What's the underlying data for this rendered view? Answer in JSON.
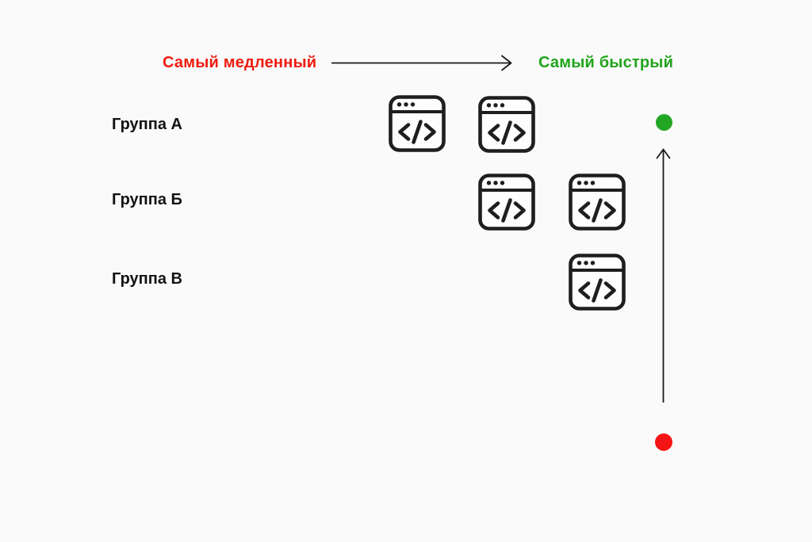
{
  "header": {
    "slowest_label": "Самый медленный",
    "fastest_label": "Самый быстрый",
    "arrow_direction": "right"
  },
  "groups": [
    {
      "label": "Группа А",
      "icon": "browser-code-icon",
      "icon_count": 2
    },
    {
      "label": "Группа Б",
      "icon": "browser-code-icon",
      "icon_count": 2
    },
    {
      "label": "Группа В",
      "icon": "browser-code-icon",
      "icon_count": 1
    }
  ],
  "speed_axis": {
    "top_marker": "green-dot",
    "bottom_marker": "red-dot",
    "arrow_direction": "up"
  },
  "colors": {
    "slowest_text": "#ee1c0f",
    "fastest_text": "#21a41c",
    "green_dot": "#23a623",
    "red_dot": "#f51414",
    "stroke": "#1e1e1e",
    "background": "#fafafa"
  }
}
